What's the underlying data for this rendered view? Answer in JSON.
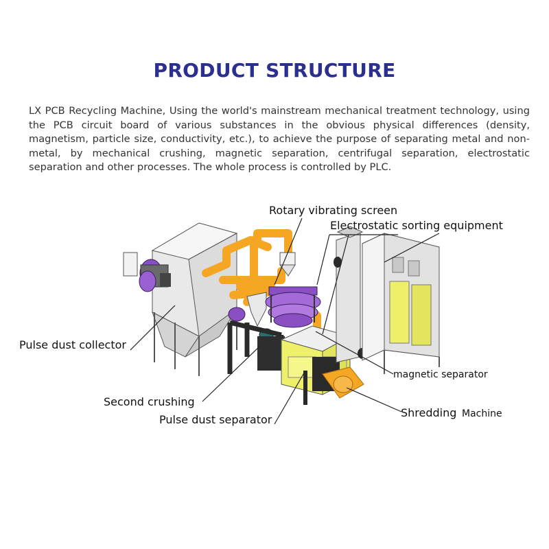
{
  "title": "PRODUCT STRUCTURE",
  "description": "LX PCB Recycling Machine, Using the world's mainstream mechanical treatment technology, using the PCB circuit board of various substances in the obvious physical differences (density, magnetism, particle size, conductivity, etc.), to achieve the purpose of separating metal and non-metal, by mechanical crushing, magnetic separation, centrifugal separation, electrostatic separation and other processes. The whole process is controlled by PLC.",
  "labels": {
    "rotary_screen": "Rotary vibrating screen",
    "electrostatic": "Electrostatic sorting equipment",
    "pulse_collector": "Pulse dust collector",
    "magnetic": "magnetic  separator",
    "second_crushing": "Second crushing",
    "pulse_separator": "Pulse dust separator",
    "shredding_word": "Shredding",
    "shredding_machine": "Machine"
  },
  "colors": {
    "title": "#2b2f8f",
    "pipe": "#f5a623",
    "motor": "#8a4fc2",
    "hopper": "#eef06a",
    "frame": "#2a2a2a",
    "body": "#e6e6e6"
  }
}
